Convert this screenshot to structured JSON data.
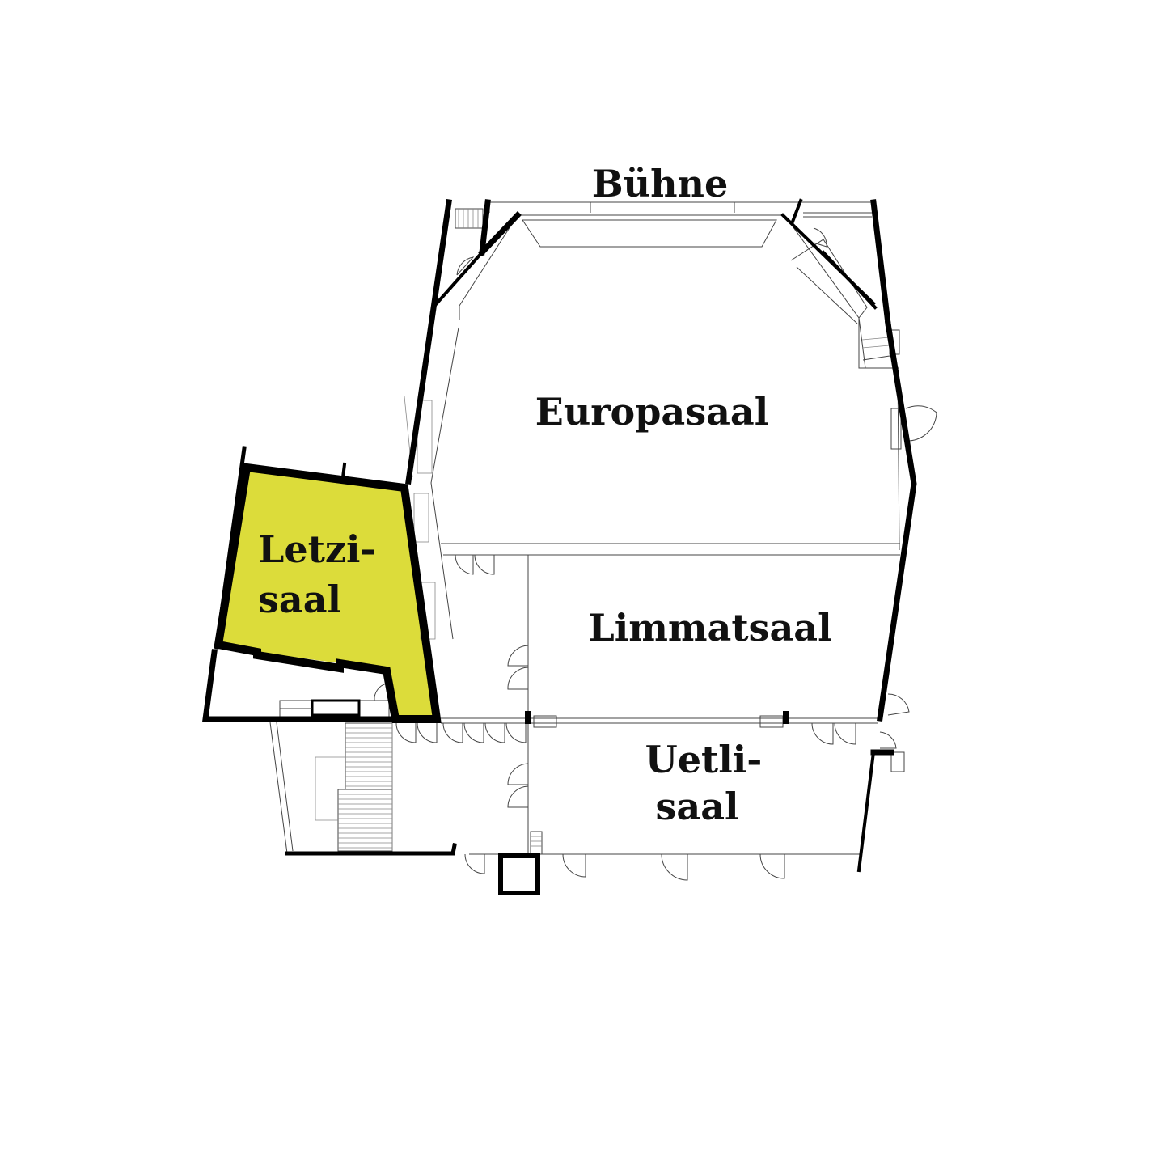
{
  "colors": {
    "highlight": "#dcdc3a",
    "wall": "#000000",
    "line": "#444444",
    "background": "#ffffff"
  },
  "rooms": {
    "buehne": {
      "label": "Bühne"
    },
    "europasaal": {
      "label": "Europasaal"
    },
    "letzisaal": {
      "line1": "Letzi-",
      "line2": "saal",
      "highlighted": true
    },
    "limmatsaal": {
      "label": "Limmatsaal"
    },
    "uetlisaal": {
      "line1": "Uetli-",
      "line2": "saal"
    }
  }
}
